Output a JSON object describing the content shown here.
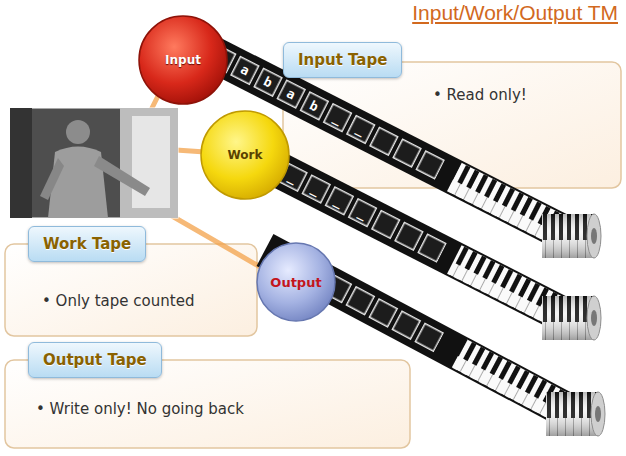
{
  "diagram": {
    "title": "Input/Work/Output TM",
    "nodes": [
      {
        "text": [
          "Input"
        ]
      },
      {
        "text": [
          "Work"
        ]
      },
      {
        "text": [
          "Output"
        ]
      },
      {
        "text": [
          "Input Tape",
          "• Read only!"
        ]
      },
      {
        "text": [
          "Work Tape",
          "• Only tape counted"
        ]
      },
      {
        "text": [
          "Output Tape",
          "• Write only! No going back"
        ]
      }
    ],
    "labels": [
      "a",
      "b",
      "a",
      "b",
      "_",
      "_",
      "_",
      "_",
      "_",
      "_"
    ]
  }
}
